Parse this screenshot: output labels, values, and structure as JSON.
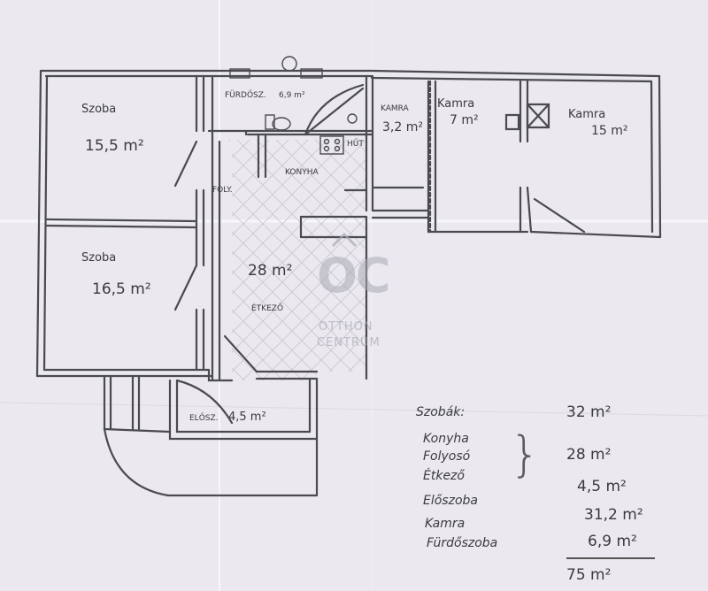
{
  "plan": {
    "rooms": {
      "szoba1": {
        "name": "Szoba",
        "area": "15,5 m²"
      },
      "furdo": {
        "name": "FÜRDŐSZ.",
        "area": "6,9 m²"
      },
      "kamra_small": {
        "name": "KAMRA",
        "area": "3,2 m²"
      },
      "kamra_mid": {
        "name": "Kamra",
        "area": "7 m²"
      },
      "kamra_big": {
        "name": "Kamra",
        "area": "15 m²"
      },
      "hut": {
        "name": "HŰT"
      },
      "konyha": {
        "name": "KONYHA"
      },
      "folyoso": {
        "name": "FOLY."
      },
      "szoba2": {
        "name": "Szoba",
        "area": "16,5 m²"
      },
      "etkezo": {
        "name": "ÉTKEZŐ",
        "area": "28 m²"
      },
      "eloter": {
        "name": "ELŐSZ.",
        "area": "4,5 m²"
      }
    }
  },
  "summary": [
    {
      "label": "Szobák:",
      "value": "32 m²"
    },
    {
      "label": "Konyha",
      "value": ""
    },
    {
      "label": "Folyosó",
      "value": "28 m²"
    },
    {
      "label": "Étkező",
      "value": ""
    },
    {
      "label": "Előszoba",
      "value": "4,5 m²"
    },
    {
      "label": "Kamra",
      "value": "31,2 m²"
    },
    {
      "label": "Fürdőszoba",
      "value": "6,9 m²"
    }
  ],
  "total": "75 m²",
  "watermark": {
    "logo": "OC",
    "line1": "OTTHON",
    "line2": "CENTRUM"
  }
}
